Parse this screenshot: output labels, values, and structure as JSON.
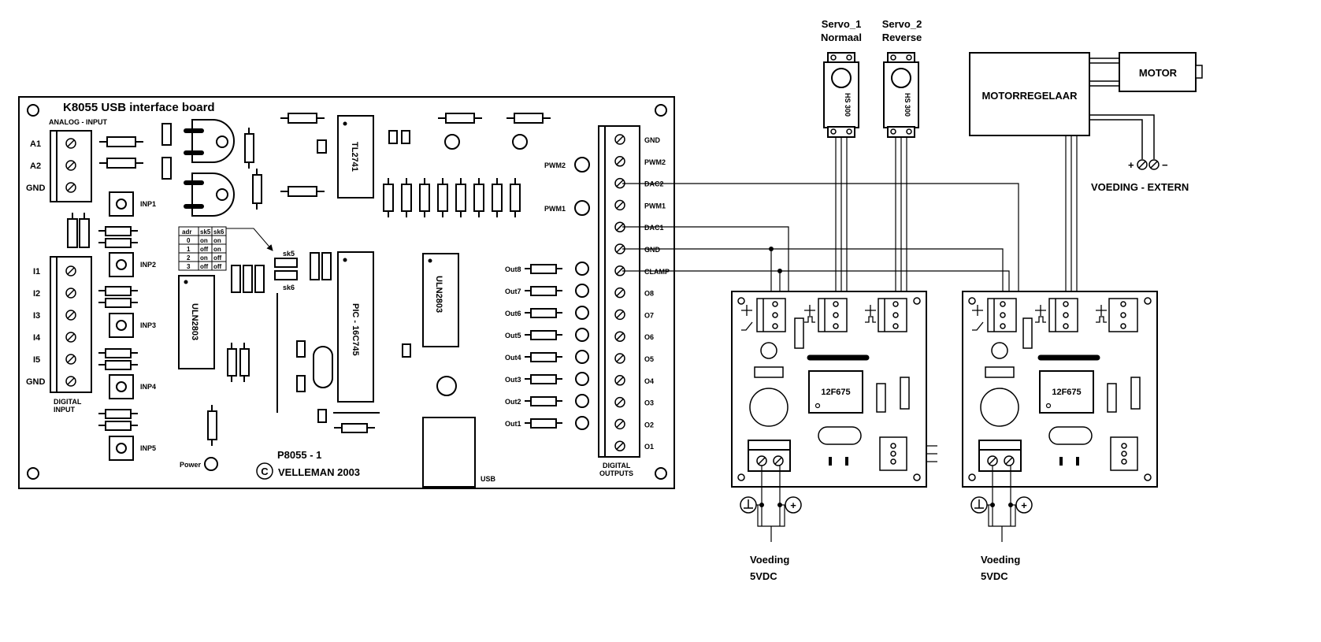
{
  "board": {
    "title": "K8055  USB  interface  board",
    "analog_header": "ANALOG - INPUT",
    "analog_pins": [
      "A1",
      "A2",
      "GND"
    ],
    "digital_pins": [
      "I1",
      "I2",
      "I3",
      "I4",
      "I5",
      "GND"
    ],
    "digital_input_label": [
      "DIGITAL",
      "INPUT"
    ],
    "inp_buttons": [
      "INP1",
      "INP2",
      "INP3",
      "INP4",
      "INP5"
    ],
    "pwm_leds": [
      "PWM2",
      "PWM1"
    ],
    "out_leds": [
      "Out8",
      "Out7",
      "Out6",
      "Out5",
      "Out4",
      "Out3",
      "Out2",
      "Out1"
    ],
    "terminal_pins": [
      "GND",
      "PWM2",
      "DAC2",
      "PWM1",
      "DAC1",
      "GND",
      "CLAMP",
      "O8",
      "O7",
      "O6",
      "O5",
      "O4",
      "O3",
      "O2",
      "O1"
    ],
    "digital_outputs_label": [
      "DIGITAL",
      "OUTPUTS"
    ],
    "chips": {
      "tl": "TL2741",
      "uln_left": "ULN2803",
      "uln_right": "ULN2803",
      "pic": "PIC - 16C745"
    },
    "jumper_table": {
      "header": [
        "adr",
        "sk5",
        "sk6"
      ],
      "rows": [
        [
          "0",
          "on",
          "on"
        ],
        [
          "1",
          "off",
          "on"
        ],
        [
          "2",
          "on",
          "off"
        ],
        [
          "3",
          "off",
          "off"
        ]
      ]
    },
    "sk5": "sk5",
    "sk6": "sk6",
    "power": "Power",
    "usb": "USB",
    "pcb_id": "P8055 - 1",
    "copyright_symbol": "C",
    "copyright": "VELLEMAN 2003"
  },
  "servos": [
    {
      "name": "Servo_1",
      "mode": "Normaal",
      "label": "HS 300"
    },
    {
      "name": "Servo_2",
      "mode": "Reverse",
      "label": "HS 300"
    }
  ],
  "motor": {
    "controller": "MOTORREGELAAR",
    "motor": "MOTOR",
    "supply_signs": [
      "+",
      "−"
    ],
    "supply": "VOEDING - EXTERN"
  },
  "modules": [
    {
      "chip": "12F675",
      "supply_label": "Voeding",
      "supply_voltage": "5VDC",
      "plus": "+"
    },
    {
      "chip": "12F675",
      "supply_label": "Voeding",
      "supply_voltage": "5VDC",
      "plus": "+"
    }
  ]
}
